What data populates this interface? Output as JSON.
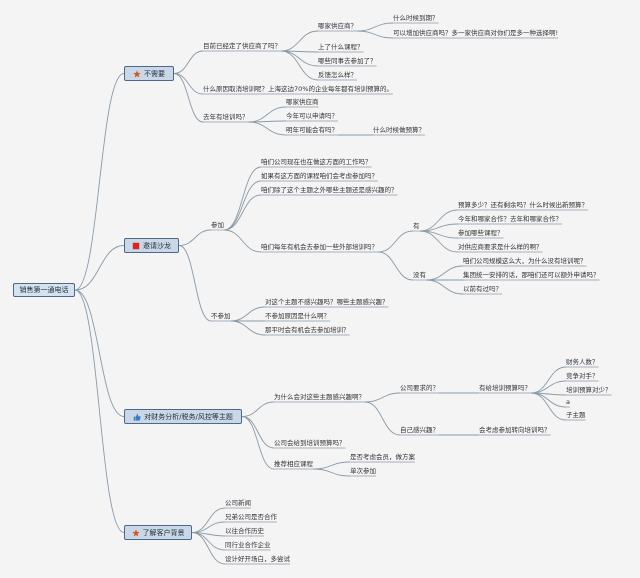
{
  "root": {
    "label": "销售第一通电话"
  },
  "colors": {
    "edge": "#8a9aa8",
    "box_fill": "#c9d7e6",
    "box_border": "#4a6a8c",
    "star": "#d9541e",
    "square": "#e02020",
    "thumb": "#3b7bbf"
  },
  "branches": [
    {
      "label": "不需要",
      "icon": "star-icon",
      "children": [
        {
          "label": "目前已经定了供应商了吗？",
          "children": [
            {
              "label": "哪家供应商？",
              "children": [
                {
                  "label": "什么时候到期？"
                },
                {
                  "label": "可以增加供应商吗？多一家供应商对你们是多一种选择啊!"
                }
              ]
            },
            {
              "label": "上了什么课程？"
            },
            {
              "label": "哪些同事去参加了？"
            },
            {
              "label": "反馈怎么样？"
            }
          ]
        },
        {
          "label": "什么原因取消培训呢？上海这边70%的企业每年都有培训预算的。"
        },
        {
          "label": "去年有培训吗？",
          "children": [
            {
              "label": "哪家供应商"
            },
            {
              "label": "今年可以申请吗？"
            },
            {
              "label": "明年可能会有吗？",
              "children": [
                {
                  "label": "什么时候做预算？"
                }
              ]
            }
          ]
        }
      ]
    },
    {
      "label": "邀请沙龙",
      "icon": "red-square-icon",
      "children": [
        {
          "label": "参加",
          "children": [
            {
              "label": "咱们公司现在也在做这方面的工作吗？"
            },
            {
              "label": "如果有这方面的课程咱们会考虑参加吗？"
            },
            {
              "label": "咱们除了这个主题之外哪些主题还是感兴趣的？"
            },
            {
              "label": "咱们每年有机会去参加一些外部培训吗？",
              "children": [
                {
                  "label": "有",
                  "children": [
                    {
                      "label": "预算多少？还有剩余吗？什么时候出新预算？"
                    },
                    {
                      "label": "今年和哪家合作？去年和哪家合作？"
                    },
                    {
                      "label": "参加哪些课程？"
                    },
                    {
                      "label": "对供应商要求是什么样的啊？"
                    }
                  ]
                },
                {
                  "label": "没有",
                  "children": [
                    {
                      "label": "咱们公司规模这么大，为什么没有培训呢？"
                    },
                    {
                      "label": "集团统一安排的话，那咱们还可以额外申请吗？"
                    },
                    {
                      "label": "以前有过吗？"
                    }
                  ]
                }
              ]
            }
          ]
        },
        {
          "label": "不参加",
          "children": [
            {
              "label": "对这个主题不感兴趣吗？哪些主题感兴趣？"
            },
            {
              "label": "不参加原因是什么啊？"
            },
            {
              "label": "那平时会有机会去参加培训？"
            }
          ]
        }
      ]
    },
    {
      "label": "对财务分析/税务/风控等主题",
      "icon": "thumb-icon",
      "children": [
        {
          "label": "为什么会对这些主题感兴趣啊？",
          "children": [
            {
              "label": "公司要求的？",
              "children": [
                {
                  "label": "有给培训预算吗？",
                  "children": [
                    {
                      "label": "财务人数？"
                    },
                    {
                      "label": "竞争对手？"
                    },
                    {
                      "label": "培训预算对少？"
                    },
                    {
                      "label": "a"
                    },
                    {
                      "label": "子主题"
                    }
                  ]
                }
              ]
            },
            {
              "label": "自己感兴趣？",
              "children": [
                {
                  "label": "会考虑参加转向培训吗？"
                }
              ]
            }
          ]
        },
        {
          "label": "公司会给到培训预算吗？"
        },
        {
          "label": "推荐相应课程",
          "children": [
            {
              "label": "是否考虑会员，做方案"
            },
            {
              "label": "单次参加"
            }
          ]
        }
      ]
    },
    {
      "label": "了解客户背景",
      "icon": "star-icon",
      "children": [
        {
          "label": "公司新闻"
        },
        {
          "label": "兄弟公司是否合作"
        },
        {
          "label": "以往合作历史"
        },
        {
          "label": "同行业合作企业"
        },
        {
          "label": "设计好开场白，多尝试"
        }
      ]
    }
  ]
}
